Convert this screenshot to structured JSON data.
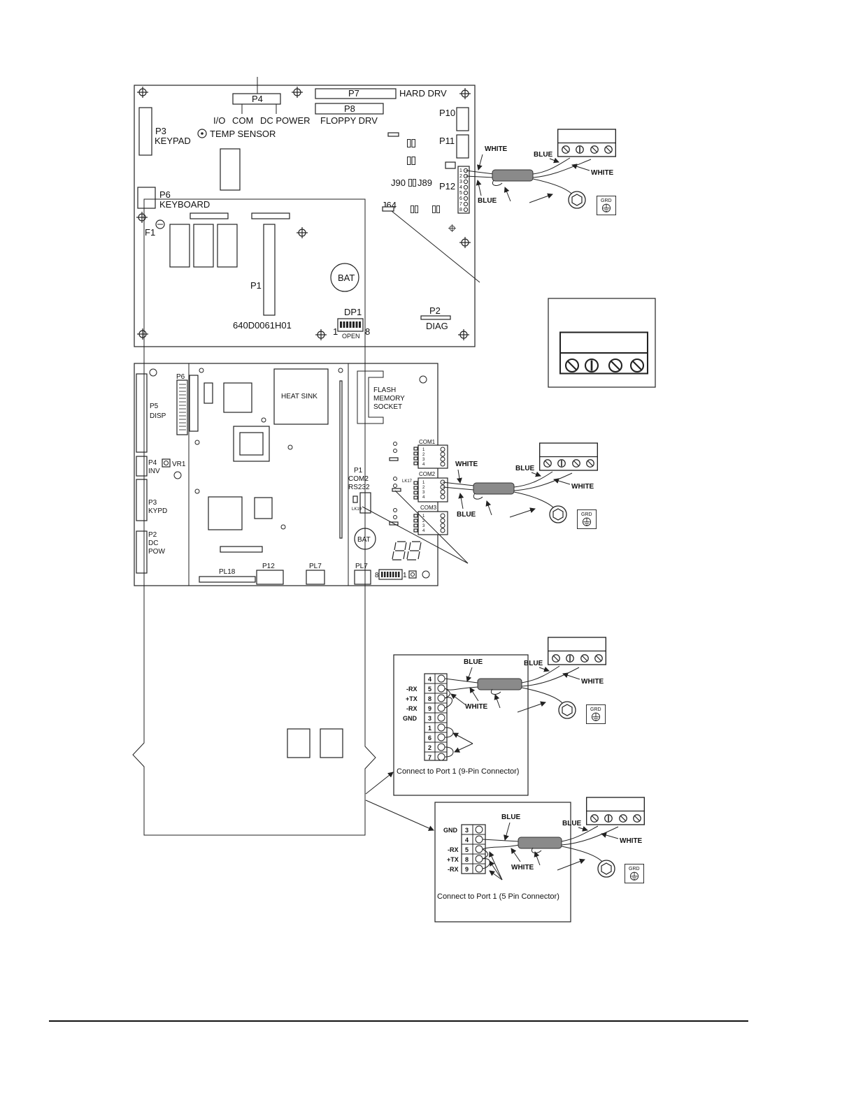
{
  "board1": {
    "headers": {
      "p4": "P4",
      "io": "I/O",
      "com": "COM",
      "dc_power": "DC POWER",
      "temp_sensor": "TEMP SENSOR",
      "p7": "P7",
      "hard_drv": "HARD DRV",
      "p8": "P8",
      "floppy_drv": "FLOPPY DRV",
      "p3": "P3",
      "keypad": "KEYPAD",
      "p6": "P6",
      "keyboard": "KEYBOARD",
      "f1": "F1",
      "p10": "P10",
      "p11": "P11",
      "p12": "P12",
      "j90": "J90",
      "j89": "J89",
      "j64": "J64",
      "p1": "P1",
      "bat": "BAT",
      "dp1": "DP1",
      "dp1_start": "1",
      "dp1_end": "8",
      "open": "OPEN",
      "p2": "P2",
      "diag": "DIAG",
      "part_no": "640D0061H01"
    },
    "pins": [
      "1",
      "2",
      "3",
      "4",
      "5",
      "6",
      "7",
      "8"
    ]
  },
  "board2": {
    "labels": {
      "p6": "P6",
      "p5": "P5",
      "disp": "DISP",
      "p4": "P4",
      "inv": "INV",
      "vr1": "VR1",
      "p3": "P3",
      "kypd": "KYPD",
      "p2": "P2",
      "dc": "DC",
      "pow": "POW",
      "heat_sink": "HEAT SINK",
      "flash1": "FLASH",
      "flash2": "MEMORY",
      "flash3": "SOCKET",
      "com1": "COM1",
      "com2": "COM2",
      "com3": "COM3",
      "p1": "P1",
      "p1_com2": "COM2",
      "rs232": "RS232",
      "lk19": "LK19",
      "lk17": "LK17",
      "bat": "BAT",
      "pl18": "PL18",
      "p12": "P12",
      "pl7a": "PL7",
      "pl7b": "PL7",
      "dip_left": "8",
      "dip_right": "1"
    },
    "pins": [
      "1",
      "2",
      "3",
      "4"
    ]
  },
  "wiring": {
    "white": "WHITE",
    "blue": "BLUE",
    "grd": "GRD"
  },
  "port9": {
    "caption": "Connect to Port 1 (9-Pin Connector)",
    "rows": [
      {
        "name": "",
        "pin": "4"
      },
      {
        "name": "-RX",
        "pin": "5"
      },
      {
        "name": "+TX",
        "pin": "8"
      },
      {
        "name": "-RX",
        "pin": "9"
      },
      {
        "name": "GND",
        "pin": "3"
      },
      {
        "name": "",
        "pin": "1"
      },
      {
        "name": "",
        "pin": "6"
      },
      {
        "name": "",
        "pin": "2"
      },
      {
        "name": "",
        "pin": "7"
      }
    ]
  },
  "port5": {
    "caption": "Connect to Port 1 (5 Pin Connector)",
    "rows": [
      {
        "name": "GND",
        "pin": "3"
      },
      {
        "name": "",
        "pin": "4"
      },
      {
        "name": "-RX",
        "pin": "5"
      },
      {
        "name": "+TX",
        "pin": "8"
      },
      {
        "name": "-RX",
        "pin": "9"
      }
    ]
  }
}
